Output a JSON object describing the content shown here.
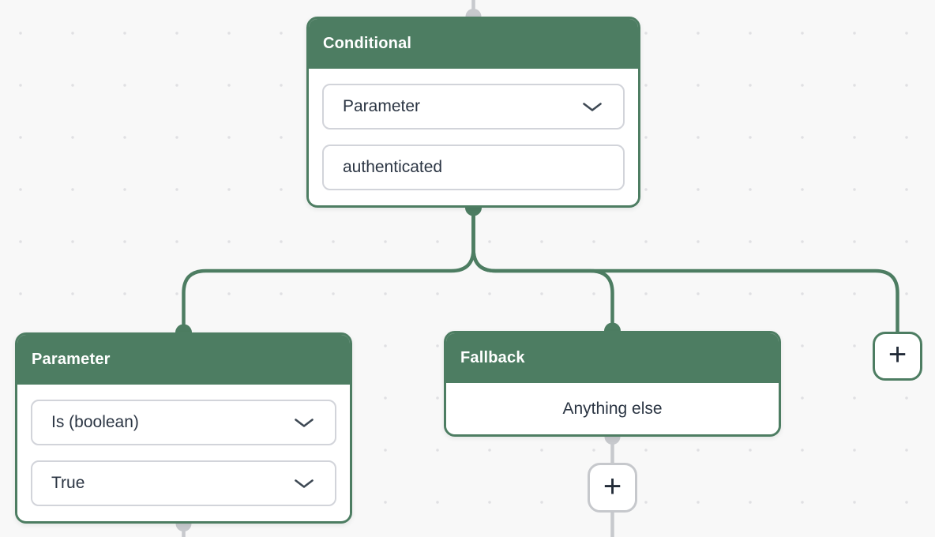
{
  "canvas": {
    "colors": {
      "background": "#f8f8f8",
      "grid_dot": "#e0e0e3",
      "accent_green": "#4d7d62",
      "connector_gray": "#c7c9cd",
      "control_border": "#d2d4da",
      "text_dark": "#2b3543",
      "header_text": "#ffffff"
    }
  },
  "nodes": {
    "conditional": {
      "title": "Conditional",
      "type_select": {
        "value": "Parameter"
      },
      "parameter_input": {
        "value": "authenticated"
      }
    },
    "parameter": {
      "title": "Parameter",
      "operator_select": {
        "value": "Is (boolean)"
      },
      "value_select": {
        "value": "True"
      }
    },
    "fallback": {
      "title": "Fallback",
      "body_label": "Anything else"
    }
  },
  "buttons": {
    "add_block_label": "+",
    "add_branch_label": "+"
  },
  "icons": {
    "select_chevron": "chevron-down-icon",
    "add": "plus-icon",
    "ports": [
      "source-handle",
      "target-handle"
    ]
  }
}
